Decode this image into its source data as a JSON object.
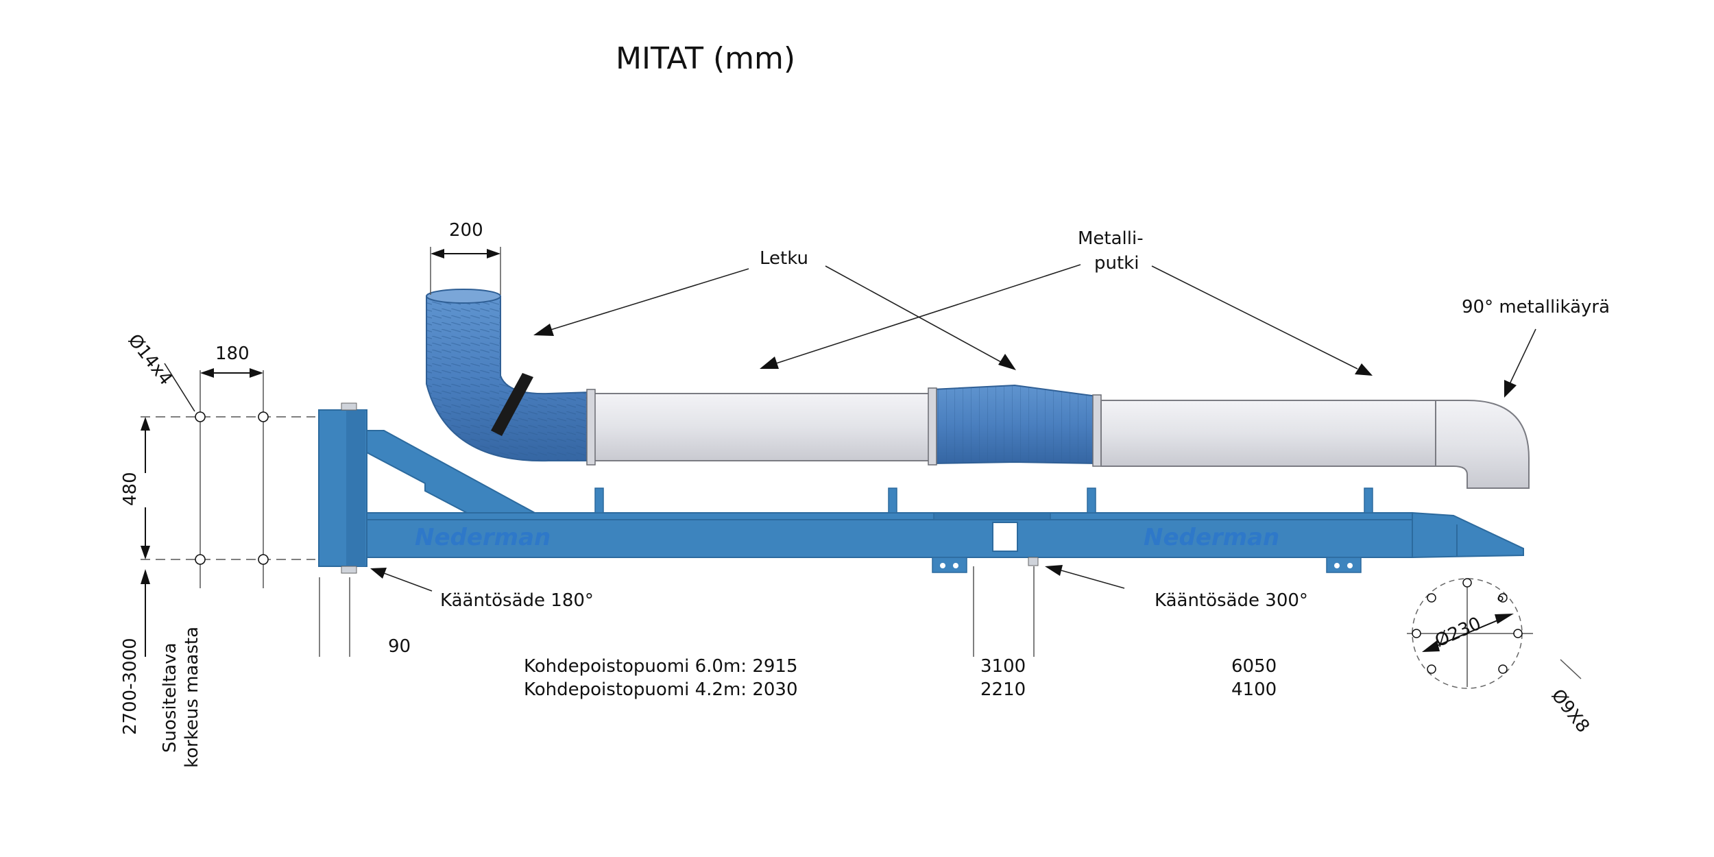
{
  "title": "MITAT (mm)",
  "labels": {
    "hose": "Letku",
    "metal_pipe_line1": "Metalli-",
    "metal_pipe_line2": "putki",
    "bend": "90° metallikäyrä",
    "turn_radius_180": "Kääntösäde 180°",
    "turn_radius_300": "Kääntösäde 300°",
    "mount_height_line1": "Suositeltava",
    "mount_height_line2": "korkeus maasta",
    "brand": "Nederman"
  },
  "dimensions": {
    "hose_width": "200",
    "bolt_spacing": "180",
    "bolt_holes": "Ø14x4",
    "vertical_spacing": "480",
    "mount_height": "2700-3000",
    "offset": "90",
    "flange_diameter": "Ø230",
    "flange_holes": "Ø9X8",
    "flange_degree": "°"
  },
  "table": {
    "rows": [
      {
        "label": "Kohdepoistopuomi 6.0m: 2915",
        "mid": "3100",
        "right": "6050"
      },
      {
        "label": "Kohdepoistopuomi 4.2m: 2030",
        "mid": "2210",
        "right": "4100"
      }
    ]
  },
  "colors": {
    "frame_blue": "#3d84be",
    "frame_dark": "#2c6a9e",
    "hose_blue": "#4a7fbf",
    "pipe_grey": "#e4e5e9",
    "brand_text": "#2e78c9"
  }
}
